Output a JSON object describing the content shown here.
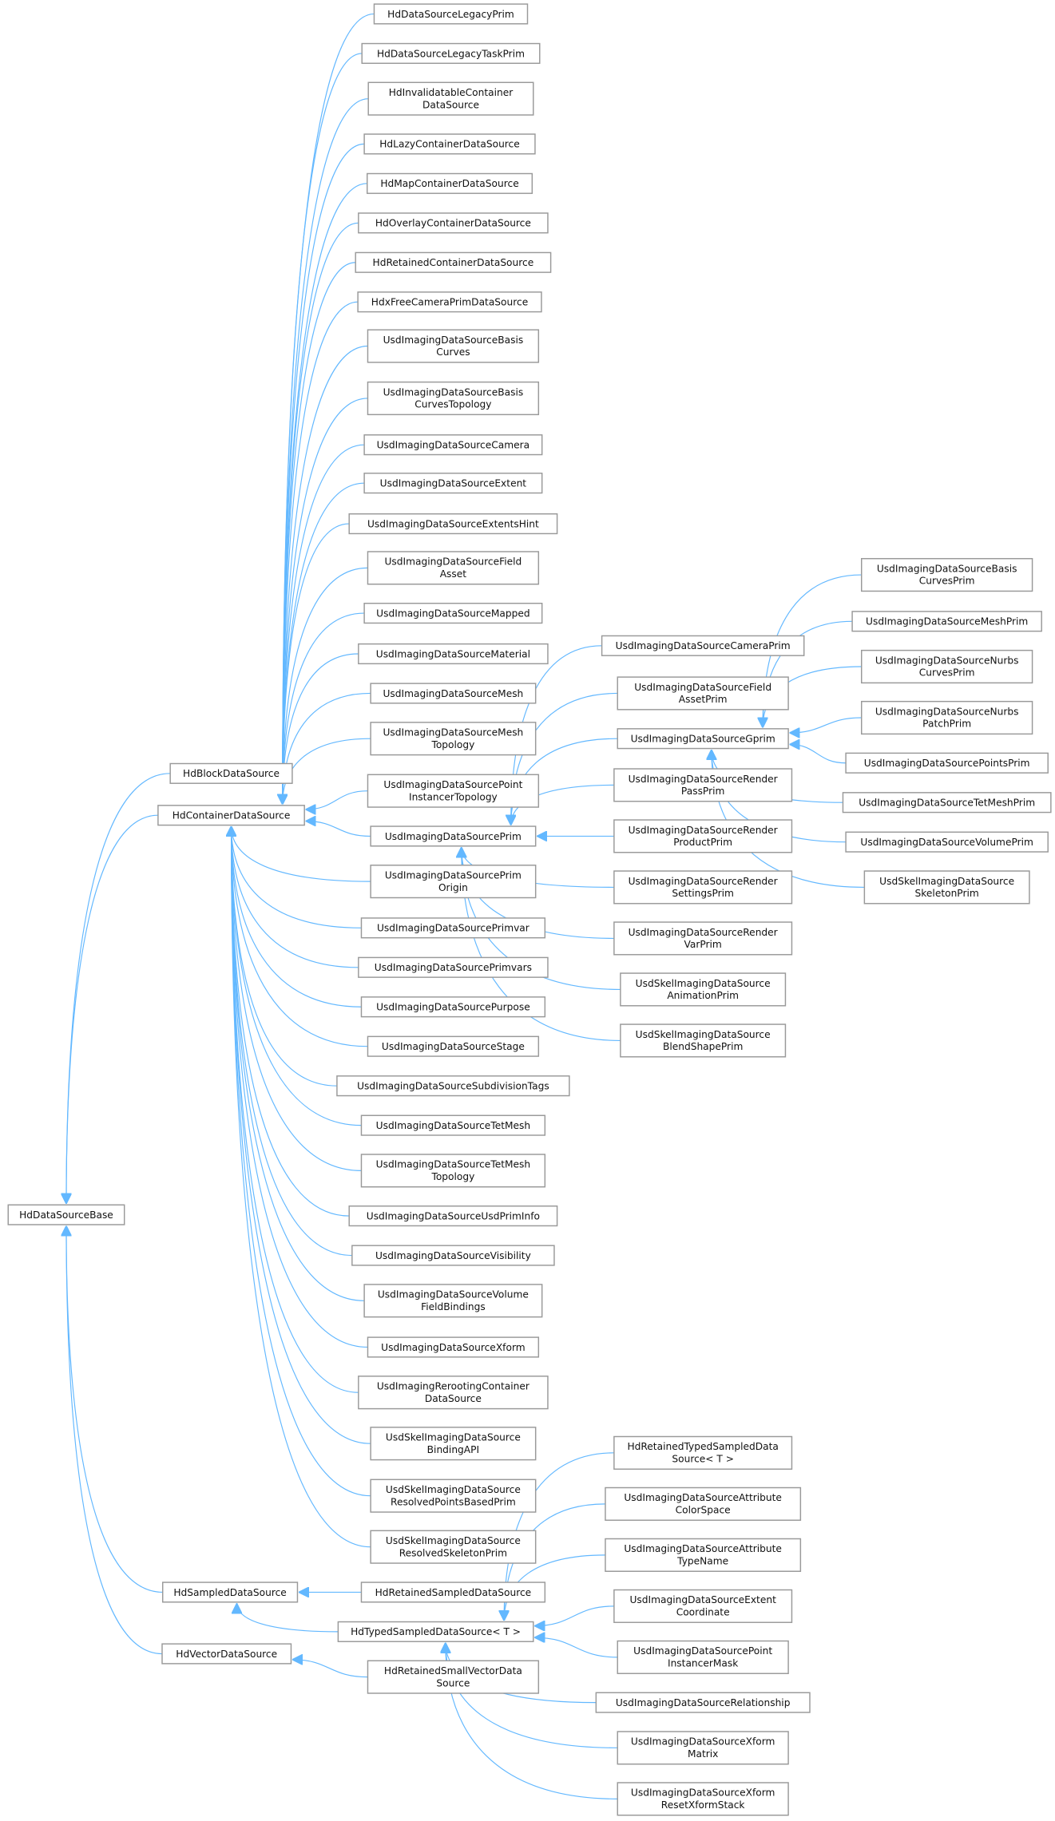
{
  "diagram": {
    "type": "inheritance-graph",
    "edge_color": "#63b8ff",
    "box_border_color": "#999999",
    "nodes": [
      {
        "id": "base",
        "lines": [
          "HdDataSourceBase"
        ],
        "parents": []
      },
      {
        "id": "block",
        "lines": [
          "HdBlockDataSource"
        ],
        "parents": [
          "base"
        ]
      },
      {
        "id": "container",
        "lines": [
          "HdContainerDataSource"
        ],
        "parents": [
          "base"
        ]
      },
      {
        "id": "sampled",
        "lines": [
          "HdSampledDataSource"
        ],
        "parents": [
          "base"
        ]
      },
      {
        "id": "vector",
        "lines": [
          "HdVectorDataSource"
        ],
        "parents": [
          "base"
        ]
      },
      {
        "id": "legacyPrim",
        "lines": [
          "HdDataSourceLegacyPrim"
        ],
        "parents": [
          "container"
        ]
      },
      {
        "id": "legacyTask",
        "lines": [
          "HdDataSourceLegacyTaskPrim"
        ],
        "parents": [
          "container"
        ]
      },
      {
        "id": "invalidatable",
        "lines": [
          "HdInvalidatableContainer",
          "DataSource"
        ],
        "parents": [
          "container"
        ]
      },
      {
        "id": "lazy",
        "lines": [
          "HdLazyContainerDataSource"
        ],
        "parents": [
          "container"
        ]
      },
      {
        "id": "map",
        "lines": [
          "HdMapContainerDataSource"
        ],
        "parents": [
          "container"
        ]
      },
      {
        "id": "overlay",
        "lines": [
          "HdOverlayContainerDataSource"
        ],
        "parents": [
          "container"
        ]
      },
      {
        "id": "retainedContainer",
        "lines": [
          "HdRetainedContainerDataSource"
        ],
        "parents": [
          "container"
        ]
      },
      {
        "id": "freeCamera",
        "lines": [
          "HdxFreeCameraPrimDataSource"
        ],
        "parents": [
          "container"
        ]
      },
      {
        "id": "basisCurves",
        "lines": [
          "UsdImagingDataSourceBasis",
          "Curves"
        ],
        "parents": [
          "container"
        ]
      },
      {
        "id": "basisCurvesTopo",
        "lines": [
          "UsdImagingDataSourceBasis",
          "CurvesTopology"
        ],
        "parents": [
          "container"
        ]
      },
      {
        "id": "camera",
        "lines": [
          "UsdImagingDataSourceCamera"
        ],
        "parents": [
          "container"
        ]
      },
      {
        "id": "extent",
        "lines": [
          "UsdImagingDataSourceExtent"
        ],
        "parents": [
          "container"
        ]
      },
      {
        "id": "extentsHint",
        "lines": [
          "UsdImagingDataSourceExtentsHint"
        ],
        "parents": [
          "container"
        ]
      },
      {
        "id": "fieldAsset",
        "lines": [
          "UsdImagingDataSourceField",
          "Asset"
        ],
        "parents": [
          "container"
        ]
      },
      {
        "id": "mapped",
        "lines": [
          "UsdImagingDataSourceMapped"
        ],
        "parents": [
          "container"
        ]
      },
      {
        "id": "material",
        "lines": [
          "UsdImagingDataSourceMaterial"
        ],
        "parents": [
          "container"
        ]
      },
      {
        "id": "mesh",
        "lines": [
          "UsdImagingDataSourceMesh"
        ],
        "parents": [
          "container"
        ]
      },
      {
        "id": "meshTopo",
        "lines": [
          "UsdImagingDataSourceMesh",
          "Topology"
        ],
        "parents": [
          "container"
        ]
      },
      {
        "id": "pointInstTopo",
        "lines": [
          "UsdImagingDataSourcePoint",
          "InstancerTopology"
        ],
        "parents": [
          "container"
        ]
      },
      {
        "id": "prim",
        "lines": [
          "UsdImagingDataSourcePrim"
        ],
        "parents": [
          "container"
        ]
      },
      {
        "id": "primOrigin",
        "lines": [
          "UsdImagingDataSourcePrim",
          "Origin"
        ],
        "parents": [
          "container"
        ]
      },
      {
        "id": "primvar",
        "lines": [
          "UsdImagingDataSourcePrimvar"
        ],
        "parents": [
          "container"
        ]
      },
      {
        "id": "primvars",
        "lines": [
          "UsdImagingDataSourcePrimvars"
        ],
        "parents": [
          "container"
        ]
      },
      {
        "id": "purpose",
        "lines": [
          "UsdImagingDataSourcePurpose"
        ],
        "parents": [
          "container"
        ]
      },
      {
        "id": "stage",
        "lines": [
          "UsdImagingDataSourceStage"
        ],
        "parents": [
          "container"
        ]
      },
      {
        "id": "subdiv",
        "lines": [
          "UsdImagingDataSourceSubdivisionTags"
        ],
        "parents": [
          "container"
        ]
      },
      {
        "id": "tetMesh",
        "lines": [
          "UsdImagingDataSourceTetMesh"
        ],
        "parents": [
          "container"
        ]
      },
      {
        "id": "tetMeshTopo",
        "lines": [
          "UsdImagingDataSourceTetMesh",
          "Topology"
        ],
        "parents": [
          "container"
        ]
      },
      {
        "id": "usdPrimInfo",
        "lines": [
          "UsdImagingDataSourceUsdPrimInfo"
        ],
        "parents": [
          "container"
        ]
      },
      {
        "id": "visibility",
        "lines": [
          "UsdImagingDataSourceVisibility"
        ],
        "parents": [
          "container"
        ]
      },
      {
        "id": "volumeField",
        "lines": [
          "UsdImagingDataSourceVolume",
          "FieldBindings"
        ],
        "parents": [
          "container"
        ]
      },
      {
        "id": "xform",
        "lines": [
          "UsdImagingDataSourceXform"
        ],
        "parents": [
          "container"
        ]
      },
      {
        "id": "rerooting",
        "lines": [
          "UsdImagingRerootingContainer",
          "DataSource"
        ],
        "parents": [
          "container"
        ]
      },
      {
        "id": "bindingAPI",
        "lines": [
          "UsdSkelImagingDataSource",
          "BindingAPI"
        ],
        "parents": [
          "container"
        ]
      },
      {
        "id": "resolvedPoints",
        "lines": [
          "UsdSkelImagingDataSource",
          "ResolvedPointsBasedPrim"
        ],
        "parents": [
          "container"
        ]
      },
      {
        "id": "resolvedSkel",
        "lines": [
          "UsdSkelImagingDataSource",
          "ResolvedSkeletonPrim"
        ],
        "parents": [
          "container"
        ]
      },
      {
        "id": "retainedSampled",
        "lines": [
          "HdRetainedSampledDataSource"
        ],
        "parents": [
          "sampled"
        ]
      },
      {
        "id": "typed",
        "lines": [
          "HdTypedSampledDataSource< T >"
        ],
        "parents": [
          "sampled"
        ]
      },
      {
        "id": "smallVector",
        "lines": [
          "HdRetainedSmallVectorData",
          "Source"
        ],
        "parents": [
          "vector"
        ]
      },
      {
        "id": "cameraPrim",
        "lines": [
          "UsdImagingDataSourceCameraPrim"
        ],
        "parents": [
          "prim"
        ]
      },
      {
        "id": "fieldAssetPrim",
        "lines": [
          "UsdImagingDataSourceField",
          "AssetPrim"
        ],
        "parents": [
          "prim"
        ]
      },
      {
        "id": "gprim",
        "lines": [
          "UsdImagingDataSourceGprim"
        ],
        "parents": [
          "prim"
        ]
      },
      {
        "id": "renderPass",
        "lines": [
          "UsdImagingDataSourceRender",
          "PassPrim"
        ],
        "parents": [
          "prim"
        ]
      },
      {
        "id": "renderProduct",
        "lines": [
          "UsdImagingDataSourceRender",
          "ProductPrim"
        ],
        "parents": [
          "prim"
        ]
      },
      {
        "id": "renderSettings",
        "lines": [
          "UsdImagingDataSourceRender",
          "SettingsPrim"
        ],
        "parents": [
          "prim"
        ]
      },
      {
        "id": "renderVar",
        "lines": [
          "UsdImagingDataSourceRender",
          "VarPrim"
        ],
        "parents": [
          "prim"
        ]
      },
      {
        "id": "animPrim",
        "lines": [
          "UsdSkelImagingDataSource",
          "AnimationPrim"
        ],
        "parents": [
          "prim"
        ]
      },
      {
        "id": "blendShapePrim",
        "lines": [
          "UsdSkelImagingDataSource",
          "BlendShapePrim"
        ],
        "parents": [
          "prim"
        ]
      },
      {
        "id": "basisCurvesPrim",
        "lines": [
          "UsdImagingDataSourceBasis",
          "CurvesPrim"
        ],
        "parents": [
          "gprim"
        ]
      },
      {
        "id": "meshPrim",
        "lines": [
          "UsdImagingDataSourceMeshPrim"
        ],
        "parents": [
          "gprim"
        ]
      },
      {
        "id": "nurbsCurvesPrim",
        "lines": [
          "UsdImagingDataSourceNurbs",
          "CurvesPrim"
        ],
        "parents": [
          "gprim"
        ]
      },
      {
        "id": "nurbsPatchPrim",
        "lines": [
          "UsdImagingDataSourceNurbs",
          "PatchPrim"
        ],
        "parents": [
          "gprim"
        ]
      },
      {
        "id": "pointsPrim",
        "lines": [
          "UsdImagingDataSourcePointsPrim"
        ],
        "parents": [
          "gprim"
        ]
      },
      {
        "id": "tetMeshPrim",
        "lines": [
          "UsdImagingDataSourceTetMeshPrim"
        ],
        "parents": [
          "gprim"
        ]
      },
      {
        "id": "volumePrim",
        "lines": [
          "UsdImagingDataSourceVolumePrim"
        ],
        "parents": [
          "gprim"
        ]
      },
      {
        "id": "skeletonPrim",
        "lines": [
          "UsdSkelImagingDataSource",
          "SkeletonPrim"
        ],
        "parents": [
          "gprim"
        ]
      },
      {
        "id": "retainedTyped",
        "lines": [
          "HdRetainedTypedSampledData",
          "Source< T >"
        ],
        "parents": [
          "typed"
        ]
      },
      {
        "id": "attrColorSpace",
        "lines": [
          "UsdImagingDataSourceAttribute",
          "ColorSpace"
        ],
        "parents": [
          "typed"
        ]
      },
      {
        "id": "attrTypeName",
        "lines": [
          "UsdImagingDataSourceAttribute",
          "TypeName"
        ],
        "parents": [
          "typed"
        ]
      },
      {
        "id": "extentCoord",
        "lines": [
          "UsdImagingDataSourceExtent",
          "Coordinate"
        ],
        "parents": [
          "typed"
        ]
      },
      {
        "id": "pointInstMask",
        "lines": [
          "UsdImagingDataSourcePoint",
          "InstancerMask"
        ],
        "parents": [
          "typed"
        ]
      },
      {
        "id": "relationship",
        "lines": [
          "UsdImagingDataSourceRelationship"
        ],
        "parents": [
          "typed"
        ]
      },
      {
        "id": "xformMatrix",
        "lines": [
          "UsdImagingDataSourceXform",
          "Matrix"
        ],
        "parents": [
          "typed"
        ]
      },
      {
        "id": "xformReset",
        "lines": [
          "UsdImagingDataSourceXform",
          "ResetXformStack"
        ],
        "parents": [
          "typed"
        ]
      }
    ]
  }
}
